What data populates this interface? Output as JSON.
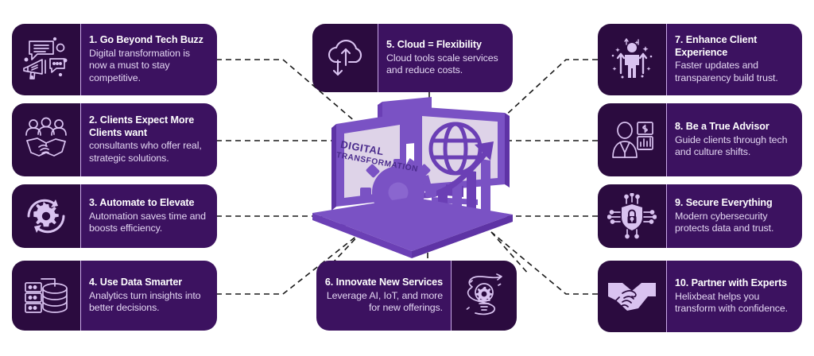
{
  "meta": {
    "theme": {
      "page_bg": "#ffffff",
      "card_icon_bg": "#2b0b3f",
      "card_text_bg": "#3c1260",
      "divider": "#c9a8e8",
      "icon_stroke": "#d9c2f0",
      "title_color": "#ffffff",
      "body_color": "#e3d6f2",
      "connector": "#1a1a1a",
      "illustration_light": "#8a66cf",
      "illustration_mid": "#7a52c4",
      "illustration_dark": "#6b3fb5",
      "illustration_screen": "#ded3e8",
      "illustration_text": "#4a2b8c"
    }
  },
  "center": {
    "screen_line1": "DIGITAL",
    "screen_line2": "TRANSFORMATION",
    "icons": [
      "laptop-icon",
      "monitor-globe-icon",
      "gear-icon",
      "bar-chart-arrow-icon",
      "platform-base"
    ]
  },
  "cards": [
    {
      "id": "card-1",
      "icon": "megaphone-chat-icon",
      "title": "1. Go Beyond Tech Buzz",
      "body": "Digital transformation is now a must to stay competitive.",
      "align": "left",
      "icon_side": "left"
    },
    {
      "id": "card-2",
      "icon": "people-handshake-icon",
      "title": " 2. Clients Expect More Clients want",
      "body": "consultants who offer real, strategic solutions.",
      "align": "left",
      "icon_side": "left"
    },
    {
      "id": "card-3",
      "icon": "gear-refresh-icon",
      "title": "3.  Automate to Elevate",
      "body": "Automation saves time and boosts efficiency.",
      "align": "left",
      "icon_side": "left"
    },
    {
      "id": "card-4",
      "icon": "database-server-icon",
      "title": "4. Use Data Smarter",
      "body": "Analytics turn insights into better decisions.",
      "align": "left",
      "icon_side": "left"
    },
    {
      "id": "card-5",
      "icon": "cloud-arrows-icon",
      "title": "5. Cloud = Flexibility",
      "body": "Cloud tools scale services and reduce costs.",
      "align": "left",
      "icon_side": "left"
    },
    {
      "id": "card-6",
      "icon": "lightbulb-gear-arrow-icon",
      "title": "6. Innovate New Services",
      "body": "Leverage AI, IoT, and more for new offerings.",
      "align": "right",
      "icon_side": "right"
    },
    {
      "id": "card-7",
      "icon": "person-growth-icon",
      "title": "7. Enhance Client Experience",
      "body": "Faster updates and transparency build trust.",
      "align": "left",
      "icon_side": "left"
    },
    {
      "id": "card-8",
      "icon": "advisor-charts-icon",
      "title": "8. Be a True Advisor",
      "body": "Guide clients through tech and culture shifts.",
      "align": "left",
      "icon_side": "left"
    },
    {
      "id": "card-9",
      "icon": "shield-lock-network-icon",
      "title": "9. Secure Everything",
      "body": "Modern cybersecurity protects data and trust.",
      "align": "left",
      "icon_side": "left"
    },
    {
      "id": "card-10",
      "icon": "handshake-icon",
      "title": "10. Partner with Experts",
      "body": "Helixbeat helps you transform with confidence.",
      "align": "left",
      "icon_side": "left"
    }
  ]
}
